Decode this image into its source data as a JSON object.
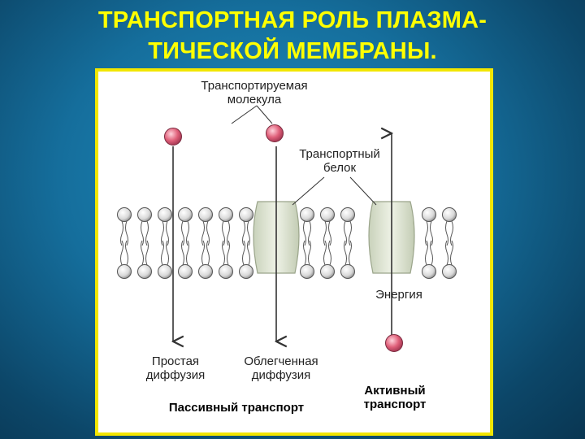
{
  "slide": {
    "title_line1": "ТРАНСПОРТНАЯ РОЛЬ ПЛАЗМА-",
    "title_line2": "ТИЧЕСКОЙ МЕМБРАНЫ."
  },
  "diagram": {
    "transported_molecule_line1": "Транспортируемая",
    "transported_molecule_line2": "молекула",
    "transport_protein_line1": "Транспортный",
    "transport_protein_line2": "белок",
    "energy": "Энергия",
    "simple_diffusion_line1": "Простая",
    "simple_diffusion_line2": "диффузия",
    "facilitated_diffusion_line1": "Облегченная",
    "facilitated_diffusion_line2": "диффузия",
    "passive_transport": "Пассивный транспорт",
    "active_transport_line1": "Активный",
    "active_transport_line2": "транспорт",
    "colors": {
      "title": "#ffff00",
      "panel_border": "#f2e600",
      "molecule": "#e0607a",
      "protein": "#dfe6d2"
    }
  }
}
